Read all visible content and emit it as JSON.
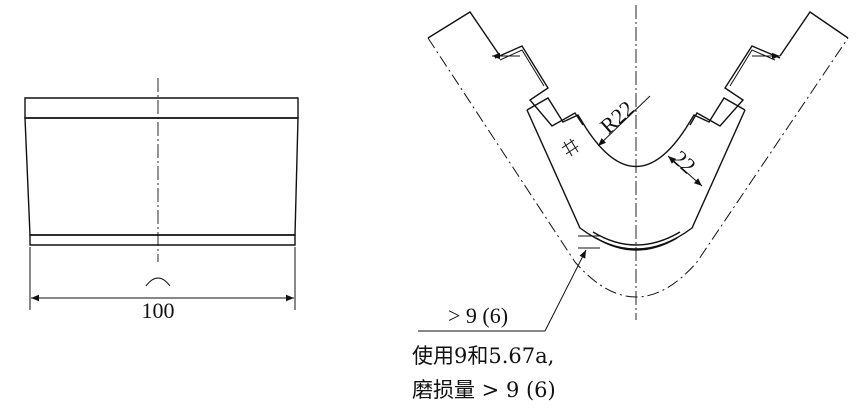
{
  "left_view": {
    "width_dimension": "100"
  },
  "right_view": {
    "radius_dimension": "R22",
    "thickness_dimension": "22",
    "callout_value": "> 9 (6)",
    "note_line1": "使用9和5.67a,",
    "note_line2": "磨损量 > 9 (6)"
  }
}
